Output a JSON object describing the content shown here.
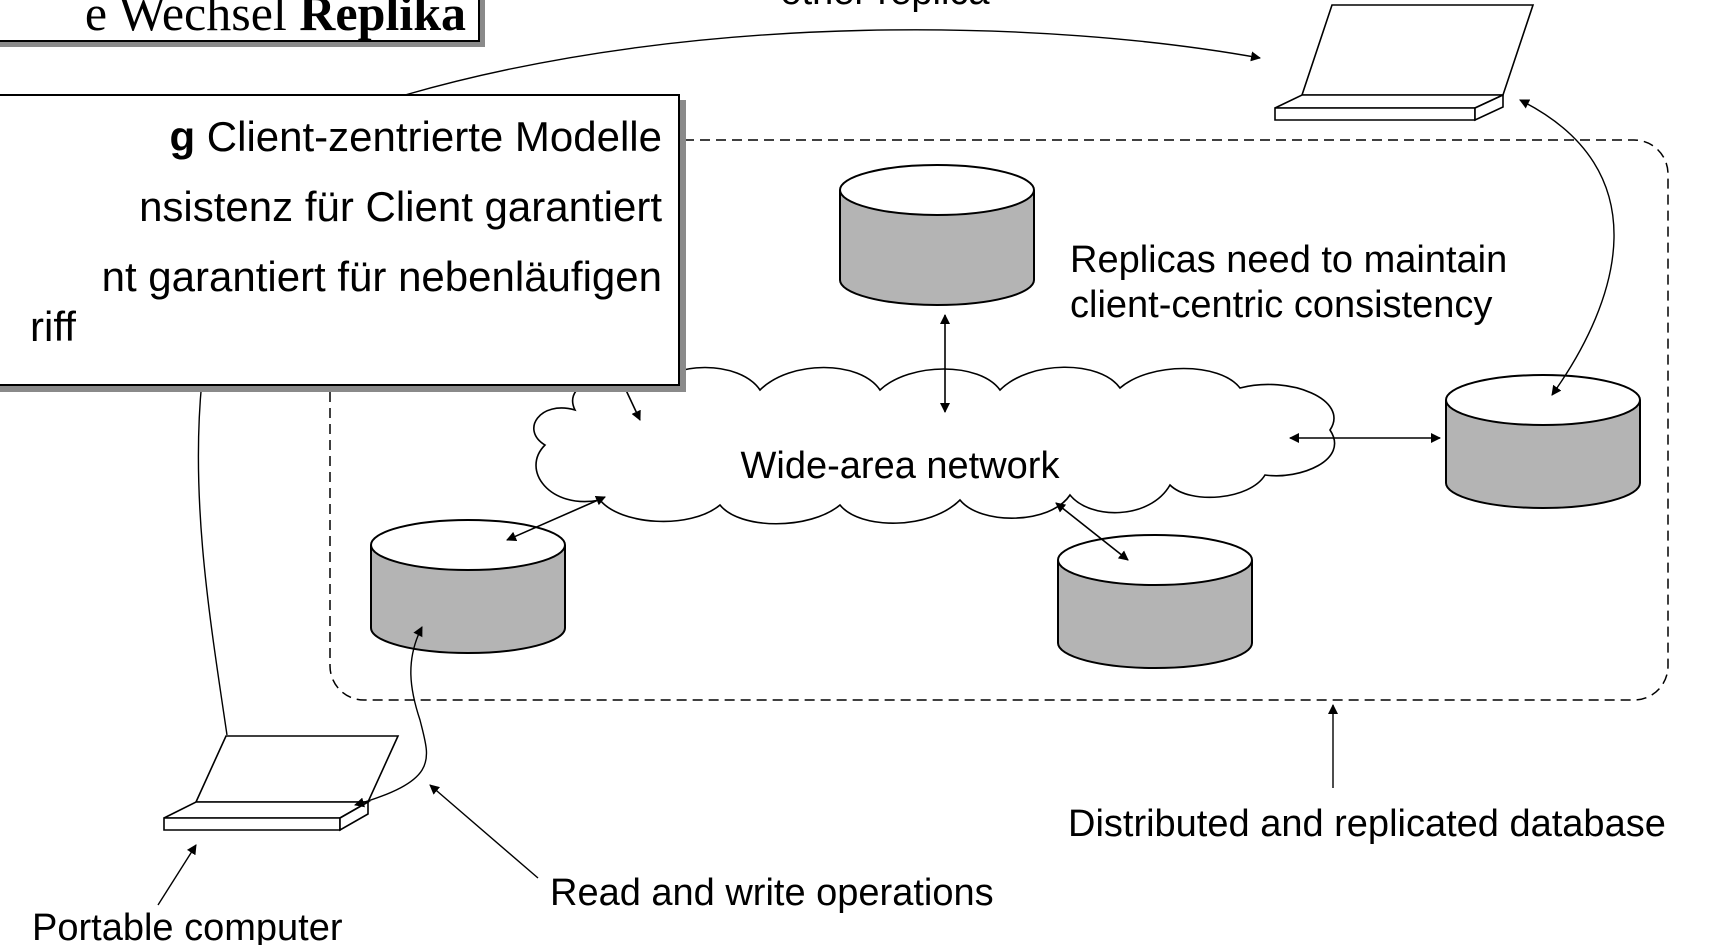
{
  "title": {
    "regular": "e Wechsel ",
    "bold": "Replika"
  },
  "note": {
    "line1_bold": "g",
    "line1_rest": " Client-zentrierte Modelle",
    "line2": "nsistenz für Client garantiert",
    "line3": "nt garantiert für nebenläufigen",
    "line4": "riff"
  },
  "labels": {
    "other_replica": "other replica",
    "replicas_note_1": "Replicas need to maintain",
    "replicas_note_2": "client-centric consistency",
    "wan": "Wide-area network",
    "database": "Distributed and replicated database",
    "operations": "Read and write operations",
    "portable": "Portable computer"
  },
  "colors": {
    "db_fill": "#b4b4b4",
    "shadow": "#8a8a8a"
  }
}
